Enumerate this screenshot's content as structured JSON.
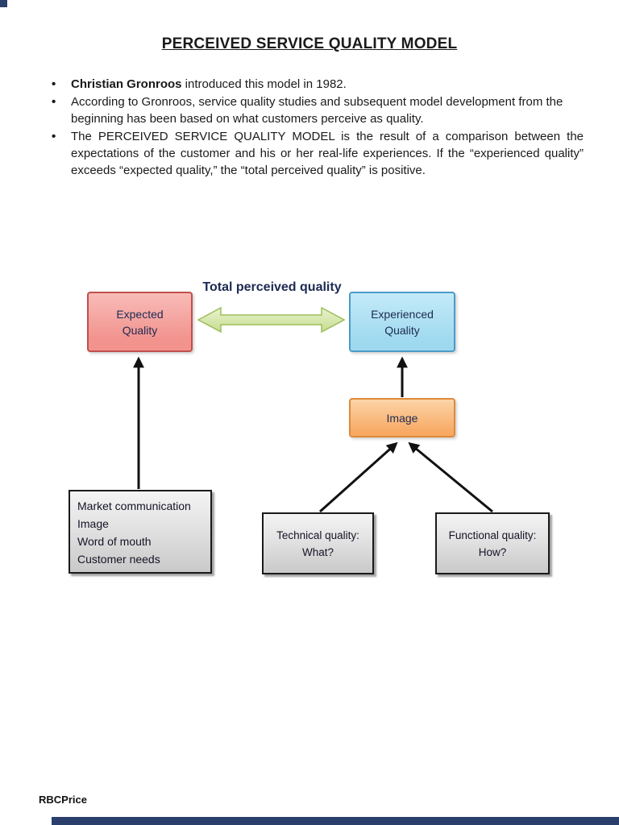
{
  "page": {
    "title": "PERCEIVED SERVICE QUALITY MODEL",
    "footer": "RBCPrice"
  },
  "bullets": [
    {
      "bold": "Christian Gronroos",
      "text": " introduced this model in 1982."
    },
    {
      "bold": "",
      "text": "According to Gronroos, service quality studies and subsequent model development from the beginning has been based on what customers perceive as quality."
    },
    {
      "bold": "",
      "text": "The PERCEIVED SERVICE QUALITY MODEL is the result of a comparison between the expectations of the customer and his or her real-life experiences. If the “experienced quality” exceeds “expected quality,” the “total perceived quality” is positive."
    }
  ],
  "diagram": {
    "label": "Total perceived quality",
    "boxes": {
      "expected": {
        "line1": "Expected",
        "line2": "Quality"
      },
      "experienced": {
        "line1": "Experienced",
        "line2": "Quality"
      },
      "image": {
        "label": "Image"
      },
      "inputs": {
        "lines": [
          "Market communication",
          "Image",
          "Word of mouth",
          "Customer needs"
        ]
      },
      "technical": {
        "line1": "Technical quality:",
        "line2": "What?"
      },
      "functional": {
        "line1": "Functional quality:",
        "line2": "How?"
      }
    }
  },
  "colors": {
    "text": "#1a1a1a",
    "label": "#1c2a52",
    "arrow": "#111111",
    "expected_fill": "#f2938e",
    "expected_fill_light": "#f8bcb8",
    "expected_border": "#c0504d",
    "experienced_fill": "#9fd9ef",
    "experienced_fill_light": "#c3eaf8",
    "experienced_border": "#4a9bc8",
    "image_fill": "#f8a964",
    "image_fill_light": "#fcd4a8",
    "image_border": "#dd8a3c",
    "green_fill": "#c6dd90",
    "green_fill_light": "#e9f3cf",
    "green_border": "#9cbf58",
    "gray_fill": "#c9c9c9",
    "gray_fill_light": "#f4f4f4",
    "gray_border": "#1a1a1a",
    "page_edge": "#2b3f6d"
  }
}
